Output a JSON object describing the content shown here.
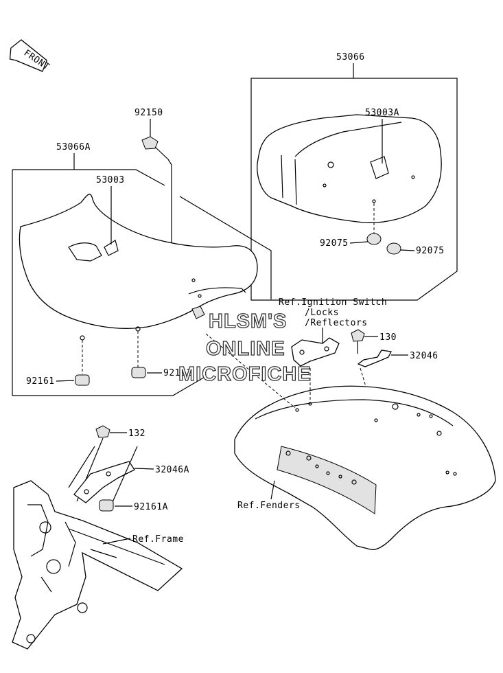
{
  "direction_arrow": {
    "text": "FRONT"
  },
  "parts": {
    "seat_assy_rear": "53066",
    "rear_seat_pad": "53003A",
    "rear_damper_left": "92075",
    "rear_damper_right": "92075",
    "bolt_top": "92150",
    "seat_assy_front": "53066A",
    "front_seat_pad": "53003",
    "front_damper_left": "92161",
    "front_damper_right": "92161",
    "bolt_130": "130",
    "bracket_32046": "32046",
    "bolt_132": "132",
    "bracket_32046A": "32046A",
    "damper_92161A": "92161A"
  },
  "references": {
    "ignition_line1": "Ref.Ignition Switch",
    "ignition_line2": "/Locks",
    "ignition_line3": "/Reflectors",
    "fenders": "Ref.Fenders",
    "frame": "Ref.Frame"
  },
  "watermark": {
    "line1": "HLSM'S",
    "line2": "ONLINE",
    "line3": "MICROFICHE"
  }
}
